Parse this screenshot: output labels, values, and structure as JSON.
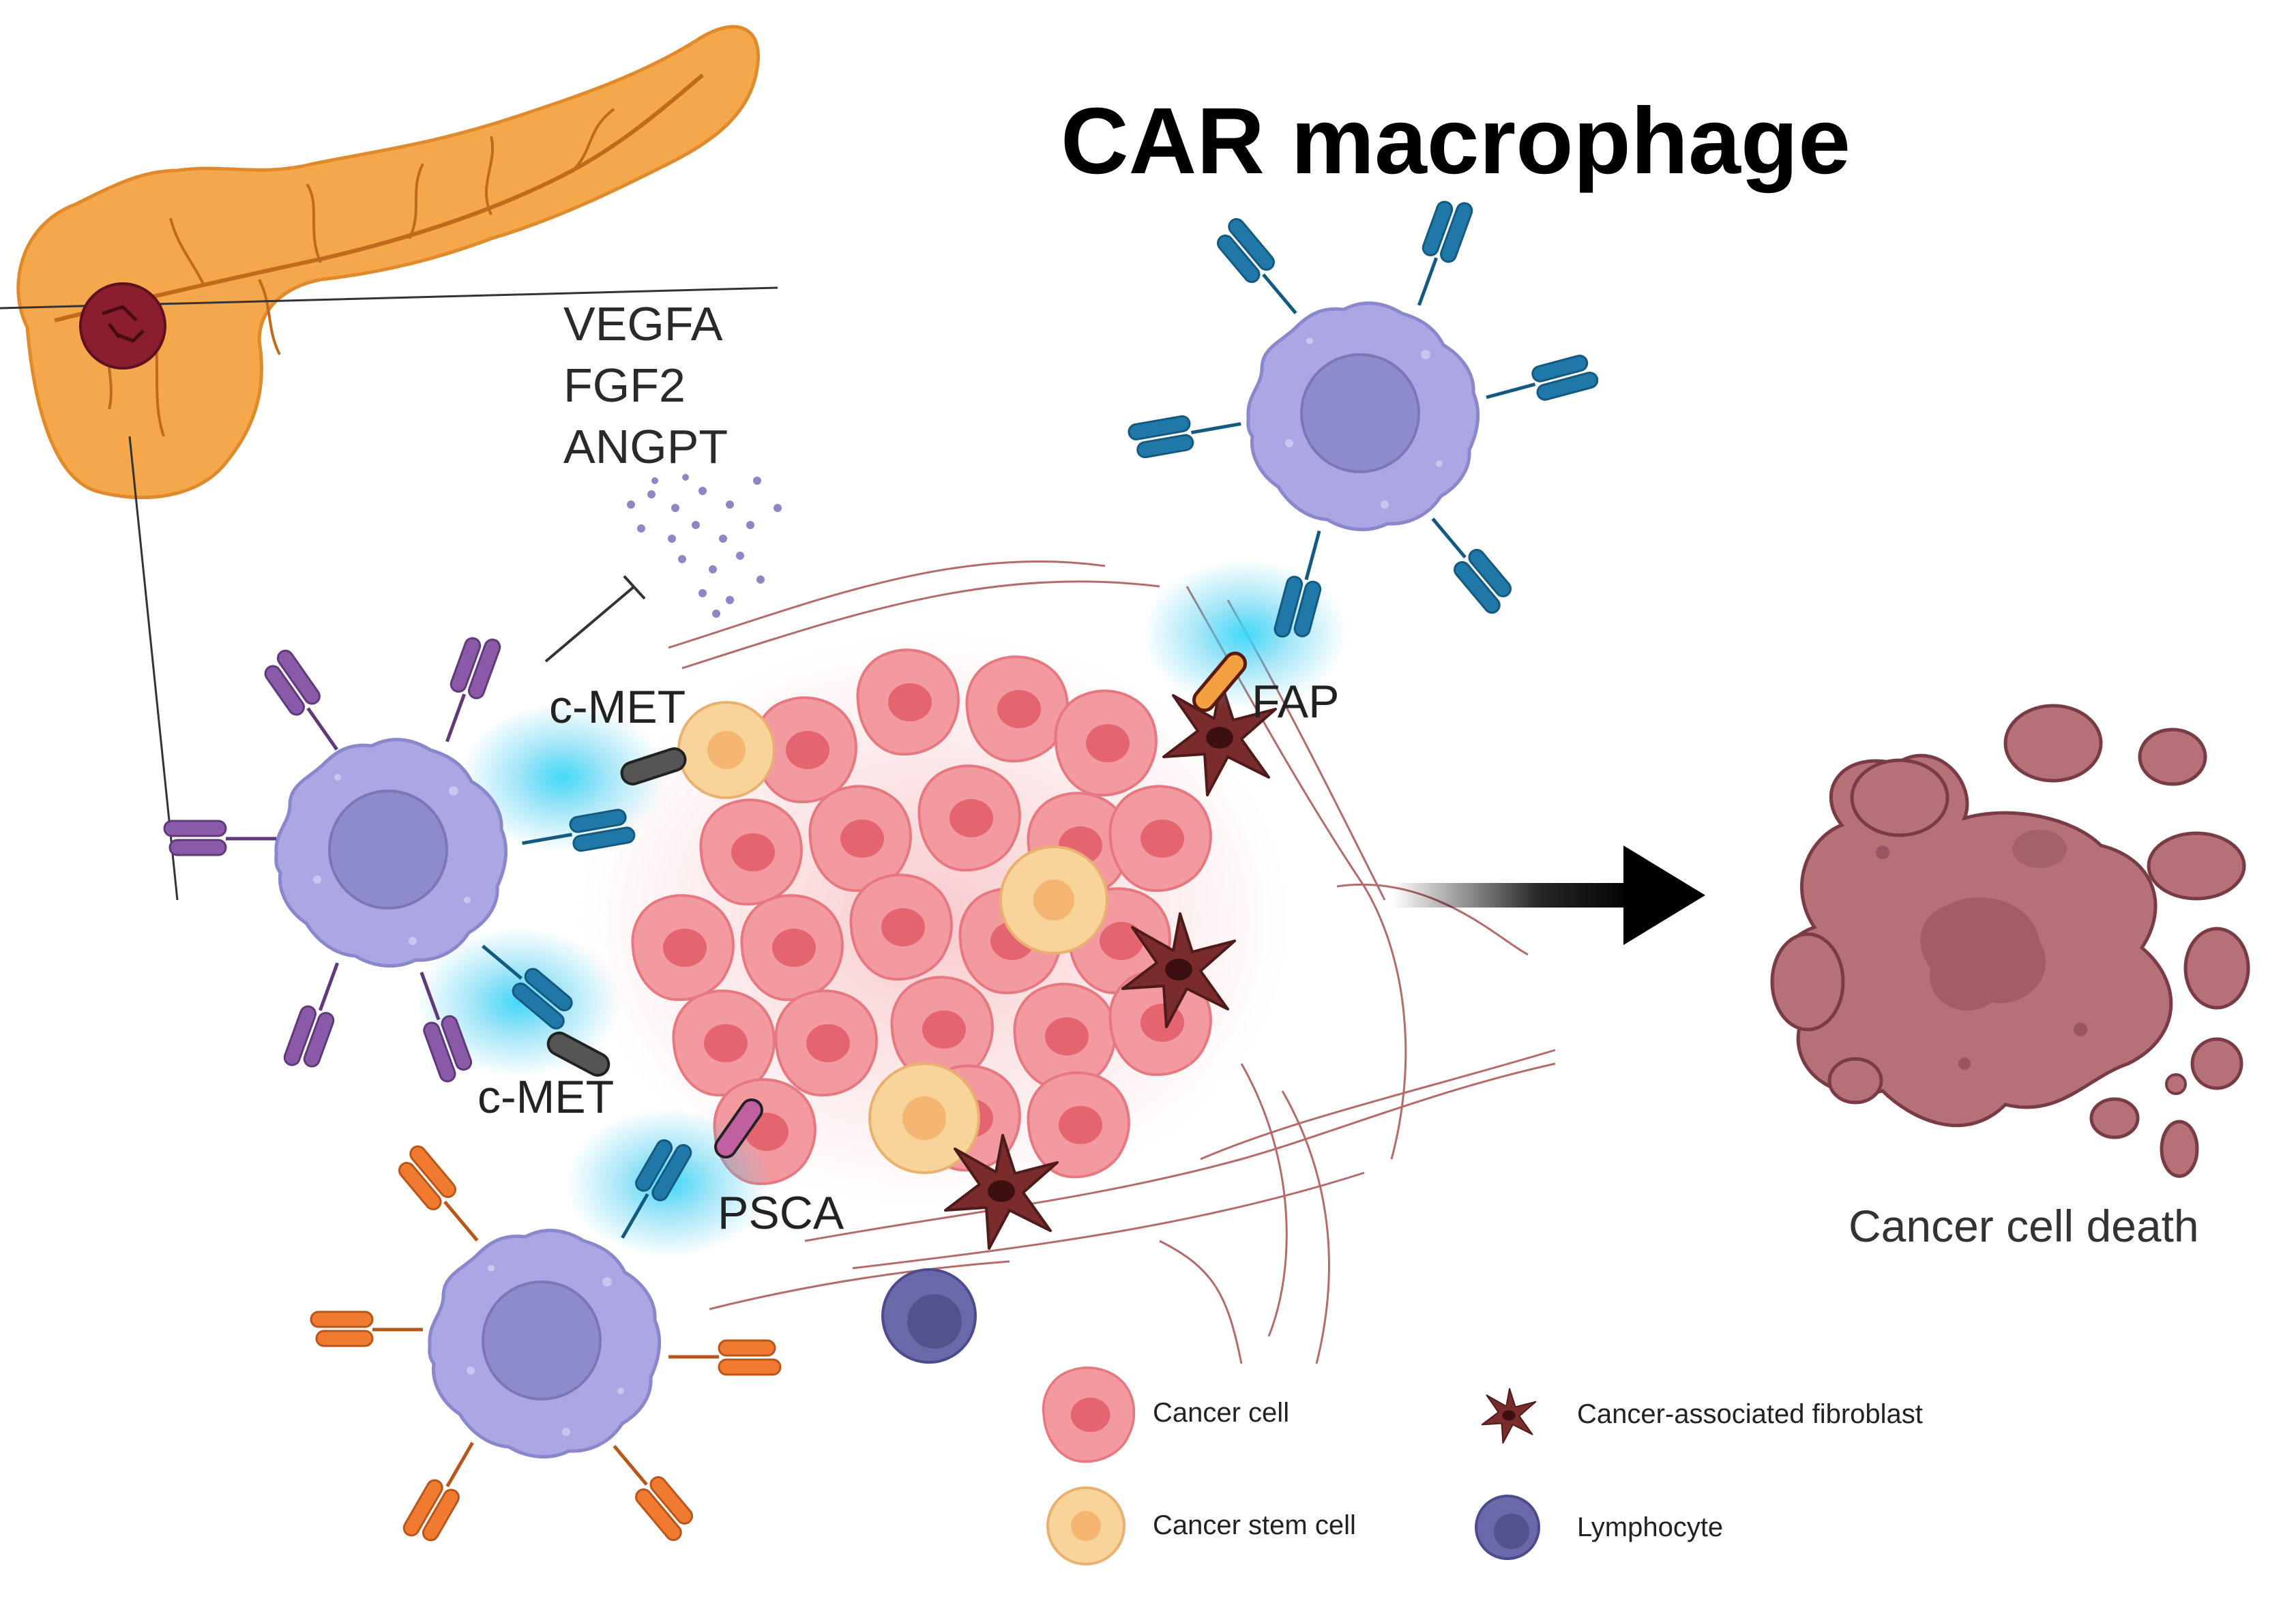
{
  "title": "CAR macrophage",
  "growth_factors": [
    "VEGFA",
    "FGF2",
    "ANGPT"
  ],
  "antigens": {
    "cmet_top": "c-MET",
    "cmet_bottom": "c-MET",
    "fap": "FAP",
    "psca": "PSCA"
  },
  "outcome": "Cancer cell death",
  "legend": [
    {
      "label": "Cancer cell"
    },
    {
      "label": "Cancer-associated fibroblast"
    },
    {
      "label": "Cancer stem cell"
    },
    {
      "label": "Lymphocyte"
    }
  ],
  "colors": {
    "pancreas": "#f5a44a",
    "tumor": "#f08a8f",
    "macrophage": "#a8a6e2",
    "car_purple": "#8a5aa8",
    "car_teal": "#1f78a8",
    "car_orange": "#f07a30",
    "fibroblast": "#7a2c2c",
    "dying_cell": "#b07077",
    "stem_cell": "#f8d49a",
    "lymphocyte": "#6a6aaa",
    "glow": "#3ad0f0"
  }
}
